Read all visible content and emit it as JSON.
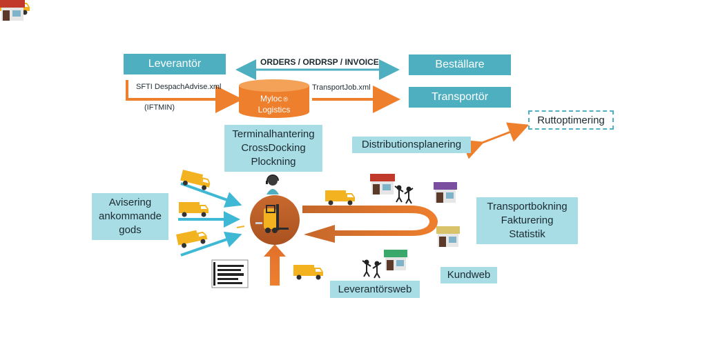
{
  "top": {
    "leverantor": "Leverantör",
    "bestallare": "Beställare",
    "transportor": "Transportör",
    "orders_label": "ORDERS / ORDRSP / INVOICE",
    "despatch_label": "SFTI DespachAdvise.xml",
    "iftmin_label": "(IFTMIN)",
    "transportjob_label": "TransportJob.xml"
  },
  "db": {
    "line1": "Myloc",
    "registered": "®",
    "line2": "Logistics"
  },
  "boxes": {
    "terminal": [
      "Terminalhantering",
      "CrossDocking",
      "Plockning"
    ],
    "distribution": "Distributionsplanering",
    "ruttoptimering": "Ruttoptimering",
    "avisering": [
      "Avisering",
      "ankommande",
      "gods"
    ],
    "transportbokning": [
      "Transportbokning",
      "Fakturering",
      "Statistik"
    ],
    "kundweb": "Kundweb",
    "leverantorsweb": "Leverantörsweb"
  },
  "colors": {
    "teal": "#4eafc1",
    "light_teal": "#a9dde6",
    "orange": "#ee7f2d",
    "dark_orange": "#c4662b",
    "truck_yellow": "#f3b320",
    "cyan_arrow": "#3fb8d6"
  },
  "icons": {
    "center": "forklift-icon",
    "operator": "operator-headset-icon",
    "trucks": "delivery-truck-icon",
    "shops": "storefront-icon",
    "people": "happy-people-icon",
    "document": "barcode-document-icon"
  }
}
